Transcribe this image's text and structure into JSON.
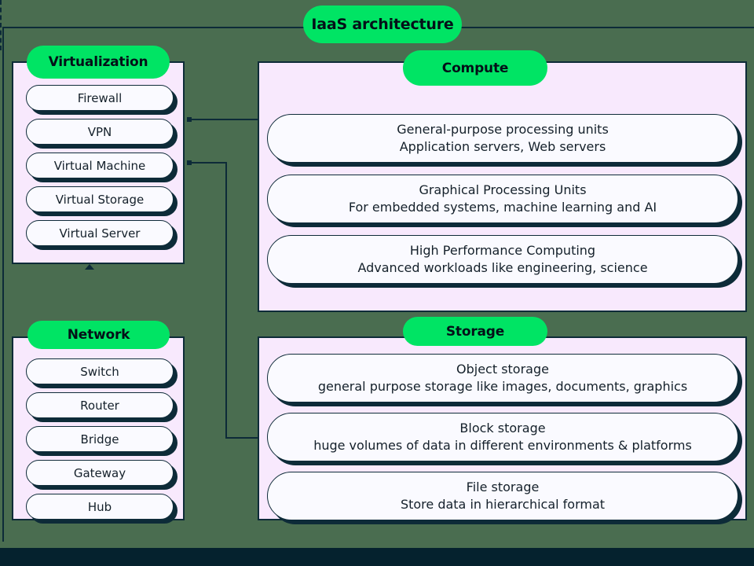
{
  "diagram": {
    "title": "IaaS architecture",
    "colors": {
      "background": "#4a6d50",
      "accent_green": "#00e464",
      "panel_fill": "#f8e9fd",
      "card_fill": "#fafaff",
      "stroke_navy": "#0d2b38",
      "bottom_bar": "#05222e"
    },
    "groups": [
      {
        "id": "virtualization",
        "title": "Virtualization",
        "items": [
          {
            "primary": "Firewall",
            "secondary": ""
          },
          {
            "primary": "VPN",
            "secondary": ""
          },
          {
            "primary": "Virtual Machine",
            "secondary": ""
          },
          {
            "primary": "Virtual Storage",
            "secondary": ""
          },
          {
            "primary": "Virtual Server",
            "secondary": ""
          }
        ]
      },
      {
        "id": "network",
        "title": "Network",
        "items": [
          {
            "primary": "Switch",
            "secondary": ""
          },
          {
            "primary": "Router",
            "secondary": ""
          },
          {
            "primary": "Bridge",
            "secondary": ""
          },
          {
            "primary": "Gateway",
            "secondary": ""
          },
          {
            "primary": "Hub",
            "secondary": ""
          }
        ]
      },
      {
        "id": "compute",
        "title": "Compute",
        "items": [
          {
            "primary": "General-purpose processing units",
            "secondary": "Application servers, Web servers"
          },
          {
            "primary": "Graphical Processing Units",
            "secondary": "For embedded systems, machine learning and AI"
          },
          {
            "primary": "High Performance Computing",
            "secondary": "Advanced workloads like engineering, science"
          }
        ]
      },
      {
        "id": "storage",
        "title": "Storage",
        "items": [
          {
            "primary": "Object storage",
            "secondary": "general purpose storage like images, documents, graphics"
          },
          {
            "primary": "Block storage",
            "secondary": "huge volumes of data in different environments & platforms"
          },
          {
            "primary": "File storage",
            "secondary": "Store data in hierarchical format"
          }
        ]
      }
    ],
    "connectors": [
      {
        "from": "virtualization",
        "to": "compute",
        "style": "solid"
      },
      {
        "from": "virtualization",
        "to": "storage",
        "style": "solid-elbow"
      },
      {
        "from": "network",
        "to": "virtualization",
        "style": "dashed-arrow"
      }
    ]
  }
}
